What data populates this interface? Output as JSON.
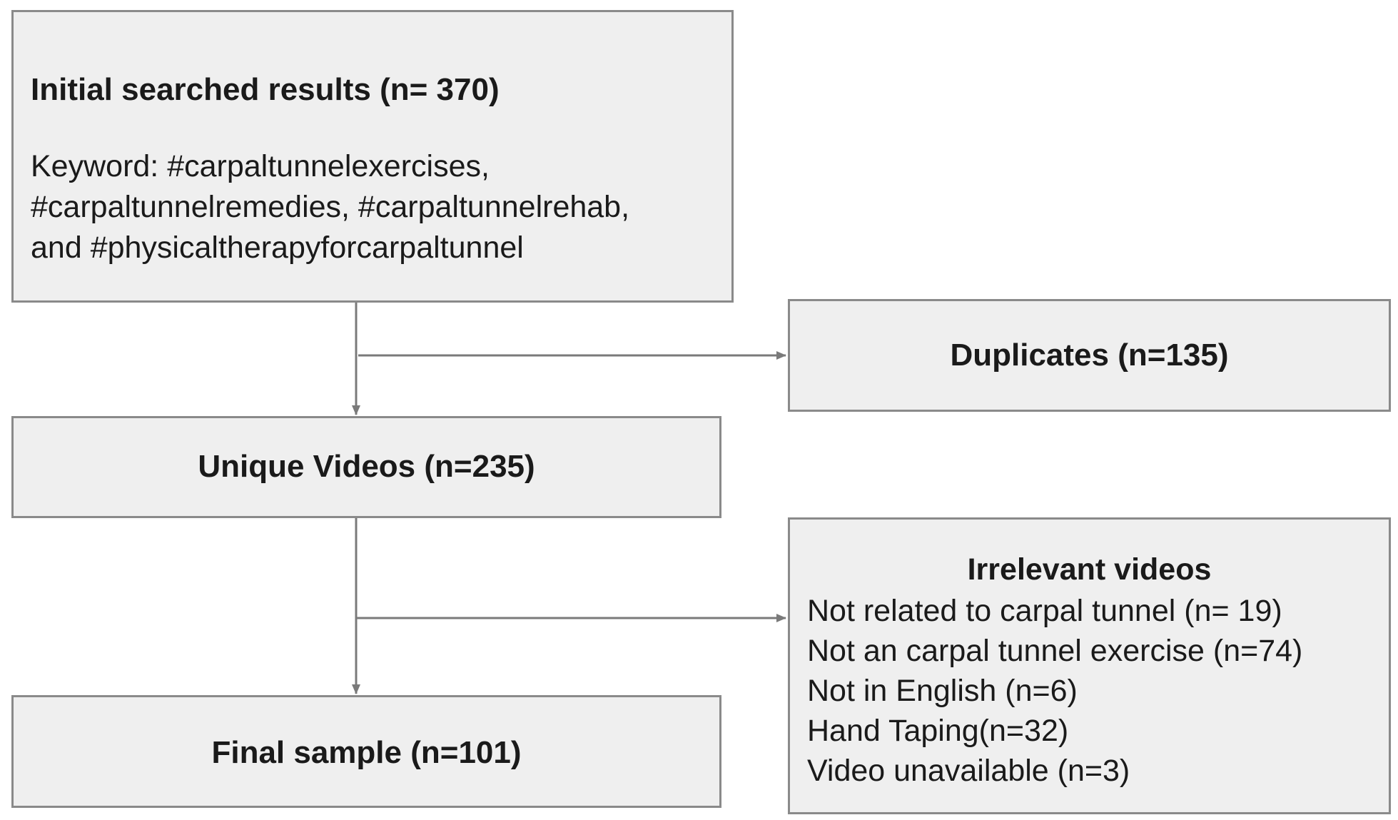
{
  "initial": {
    "title": "Initial searched results (n= 370)",
    "keyword_lines": [
      "Keyword: #carpaltunnelexercises,",
      "#carpaltunnelremedies, #carpaltunnelrehab,",
      "and #physicaltherapyforcarpaltunnel"
    ]
  },
  "duplicates": {
    "label": "Duplicates (n=135)"
  },
  "unique": {
    "label": "Unique Videos (n=235)"
  },
  "irrelevant": {
    "title": "Irrelevant videos",
    "items": [
      "Not related to carpal tunnel (n= 19)",
      "Not an carpal tunnel exercise (n=74)",
      "Not in English (n=6)",
      "Hand Taping(n=32)",
      "Video unavailable (n=3)"
    ]
  },
  "final": {
    "label": "Final sample (n=101)"
  },
  "colors": {
    "box_fill": "#efefef",
    "box_border": "#8a8a8a",
    "arrow": "#7a7a7a",
    "text": "#1a1a1a"
  }
}
